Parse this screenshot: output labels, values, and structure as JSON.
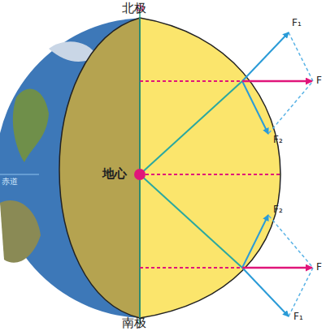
{
  "diagram": {
    "labels": [
      "北极",
      "地心",
      "赤道",
      "南极",
      "F₁",
      "F",
      "F₂",
      "F₂",
      "F",
      "F₁"
    ]
  }
}
